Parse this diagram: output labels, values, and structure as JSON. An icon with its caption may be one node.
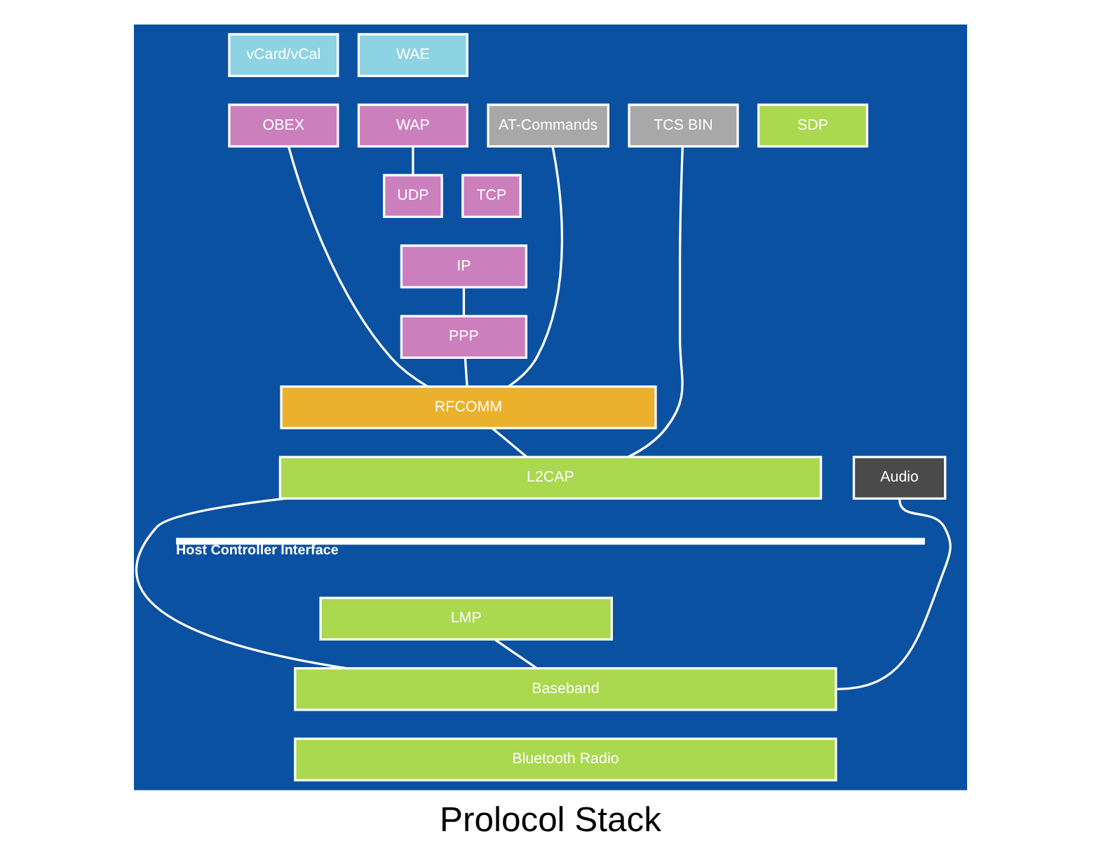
{
  "diagram": {
    "caption": "Prolocol Stack",
    "nodes": [
      {
        "text": [],
        "shape": "box"
      },
      {
        "text": [
          "vCard/vCal"
        ],
        "in": 0
      },
      {
        "text": [
          "OBEX"
        ],
        "in": 0
      },
      {
        "text": [
          "WAE"
        ],
        "in": 0
      },
      {
        "text": [
          "WAP"
        ],
        "in": 0
      },
      {
        "text": [
          "AT-Commands"
        ],
        "in": 0
      },
      {
        "text": [
          "TCS BIN"
        ],
        "in": 0
      },
      {
        "text": [
          "SDP"
        ],
        "in": 0
      },
      {
        "text": [
          "UDP"
        ],
        "in": 0
      },
      {
        "text": [
          "TCP"
        ],
        "in": 0
      },
      {
        "text": [
          "IP"
        ],
        "in": 0
      },
      {
        "text": [
          "PPP"
        ],
        "in": 0
      },
      {
        "text": [
          "RFCOMM"
        ],
        "in": 0
      },
      {
        "text": [
          "Audio"
        ],
        "in": 0
      },
      {
        "text": [
          "L2CAP"
        ],
        "in": 0
      },
      {
        "text": [
          "Host Controller Interface"
        ],
        "in": 0
      },
      {
        "text": [
          "LMP"
        ],
        "in": 0
      },
      {
        "text": [
          "Baseband"
        ],
        "in": 0
      },
      {
        "text": [
          "Bluetooth Radio"
        ],
        "in": 0
      }
    ],
    "edges": [
      {
        "from": 2,
        "to": 12,
        "arrow": "none"
      },
      {
        "from": 4,
        "to": 8,
        "arrow": "none"
      },
      {
        "from": 10,
        "to": 11,
        "arrow": "none"
      },
      {
        "from": 11,
        "to": 12,
        "arrow": "none"
      },
      {
        "from": 5,
        "to": 12,
        "arrow": "none"
      },
      {
        "from": 12,
        "to": 14,
        "arrow": "none"
      },
      {
        "from": 6,
        "to": 14,
        "arrow": "none"
      },
      {
        "from": 14,
        "to": 17,
        "arrow": "none"
      },
      {
        "from": 16,
        "to": 17,
        "arrow": "none"
      },
      {
        "from": 13,
        "to": 17,
        "arrow": "none"
      }
    ]
  }
}
